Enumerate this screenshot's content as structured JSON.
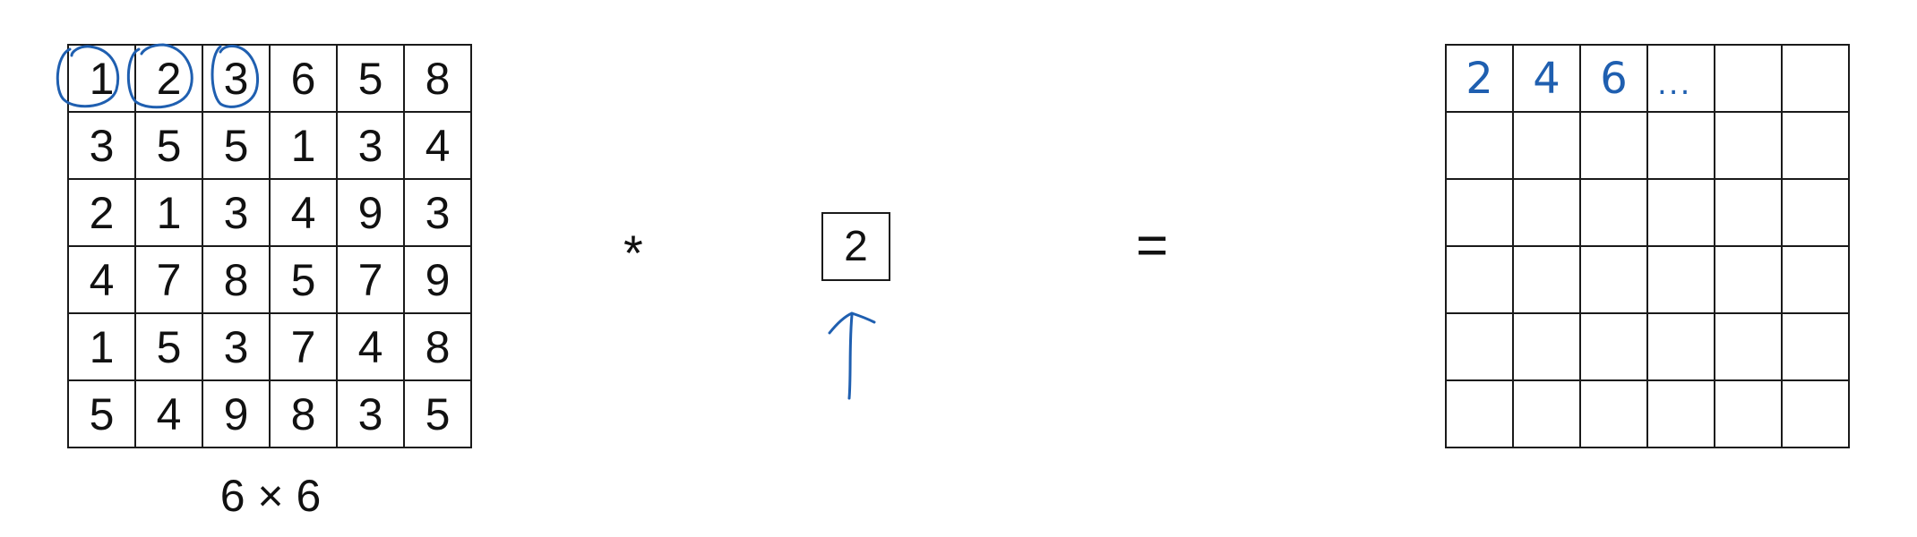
{
  "input_matrix": {
    "rows": [
      [
        "1",
        "2",
        "3",
        "6",
        "5",
        "8"
      ],
      [
        "3",
        "5",
        "5",
        "1",
        "3",
        "4"
      ],
      [
        "2",
        "1",
        "3",
        "4",
        "9",
        "3"
      ],
      [
        "4",
        "7",
        "8",
        "5",
        "7",
        "9"
      ],
      [
        "1",
        "5",
        "3",
        "7",
        "4",
        "8"
      ],
      [
        "5",
        "4",
        "9",
        "8",
        "3",
        "5"
      ]
    ],
    "dims_label": "6 × 6"
  },
  "operator": "*",
  "filter": {
    "value": "2"
  },
  "equals": "=",
  "output_matrix": {
    "first_row": [
      "2",
      "4",
      "6",
      "..."
    ],
    "row_count": 6,
    "col_count": 6
  },
  "colors": {
    "ink": "#1f5fb0",
    "grid_line": "#1a1a1a",
    "text": "#111111"
  }
}
